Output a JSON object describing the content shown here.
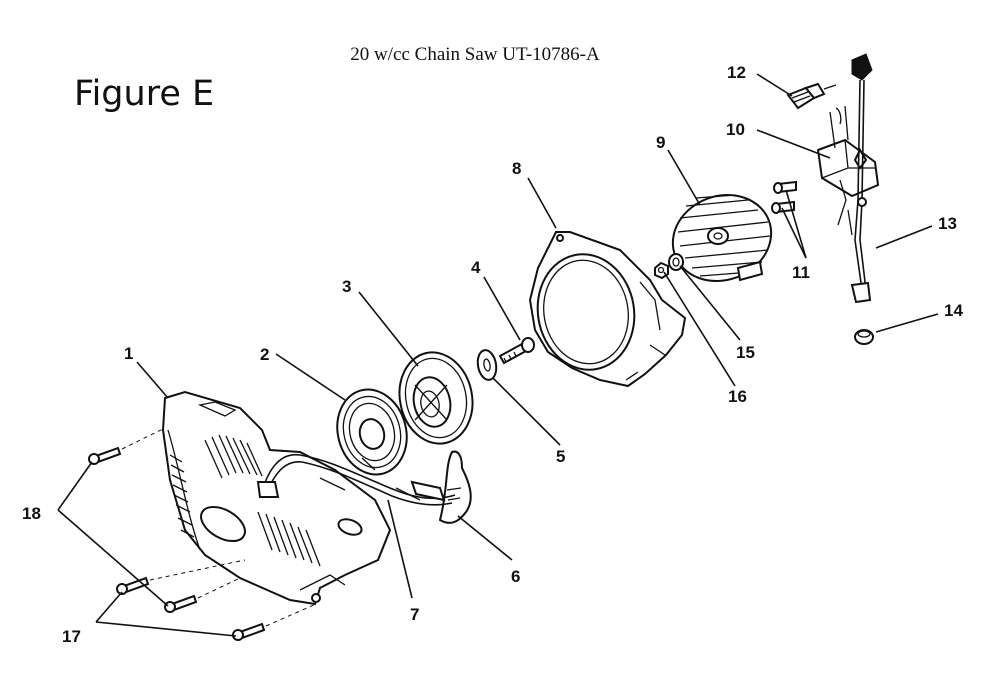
{
  "title": "20 w/cc Chain Saw UT-10786-A",
  "figure_label": "Figure E",
  "callouts": [
    "1",
    "2",
    "3",
    "4",
    "5",
    "6",
    "7",
    "8",
    "9",
    "10",
    "11",
    "12",
    "13",
    "14",
    "15",
    "16",
    "17",
    "18"
  ]
}
